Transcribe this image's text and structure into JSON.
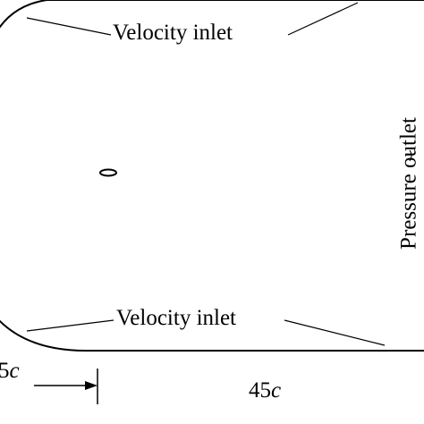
{
  "labels": {
    "inlet_top": "Velocity inlet",
    "inlet_bottom": "Velocity inlet",
    "outlet": "Pressure outlet"
  },
  "dimensions": {
    "upstream": {
      "value": "5",
      "unit": "c"
    },
    "downstream": {
      "value": "45",
      "unit": "c"
    }
  },
  "colors": {
    "stroke": "#000000",
    "background": "#ffffff"
  }
}
